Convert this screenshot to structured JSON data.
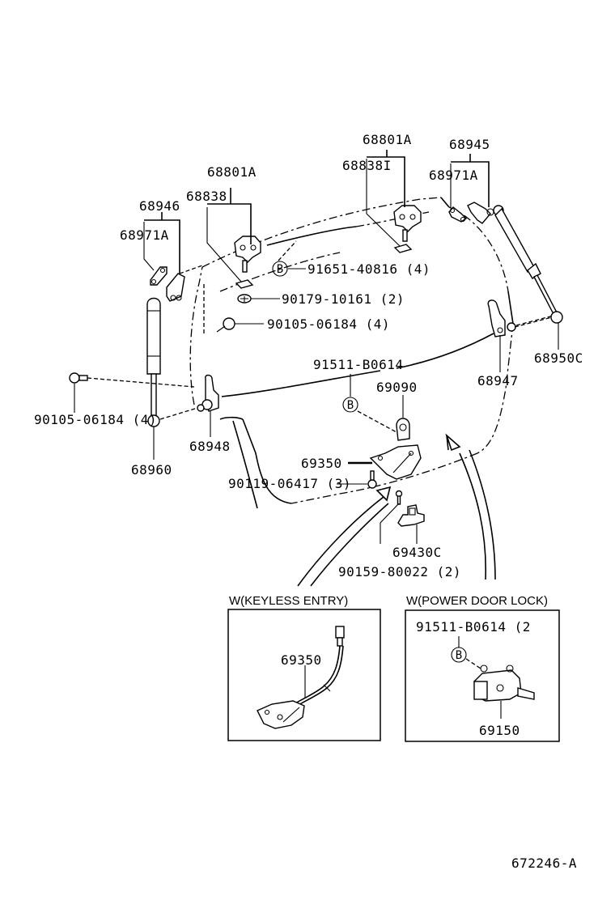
{
  "diagram": {
    "title": "Back door lock & hinge parts diagram",
    "figure_id": "672246-A",
    "callout_symbol": "B",
    "labels": {
      "hinge_assy_left": "68801A",
      "hinge_left": "68838",
      "hinge_assy_right": "68801A",
      "hinge_right": "68838I",
      "stay_bracket_left": "68946",
      "bracket_left": "68971A",
      "stay_bracket_right": "68945",
      "bracket_right": "68971A",
      "bolt_b": "91651-40816 (4)",
      "nut": "90179-10161 (2)",
      "bolt_upper": "90105-06184 (4)",
      "bolt_left": "90105-06184 (4)",
      "bolt_b_lock": "91511-B0614",
      "stay_right": "68950C",
      "bracket_lower_right": "68947",
      "lock_cylinder": "69090",
      "bracket_lower_left": "68948",
      "stay_left": "68960",
      "lock_assy": "69350",
      "stud": "90119-06417 (3)",
      "striker": "69430C",
      "screw": "90159-80022 (2)"
    },
    "insets": [
      {
        "title": "W(KEYLESS ENTRY)",
        "part": "69350"
      },
      {
        "title": "W(POWER DOOR LOCK)",
        "bolt": "91511-B0614 (2",
        "part": "69150"
      }
    ]
  }
}
